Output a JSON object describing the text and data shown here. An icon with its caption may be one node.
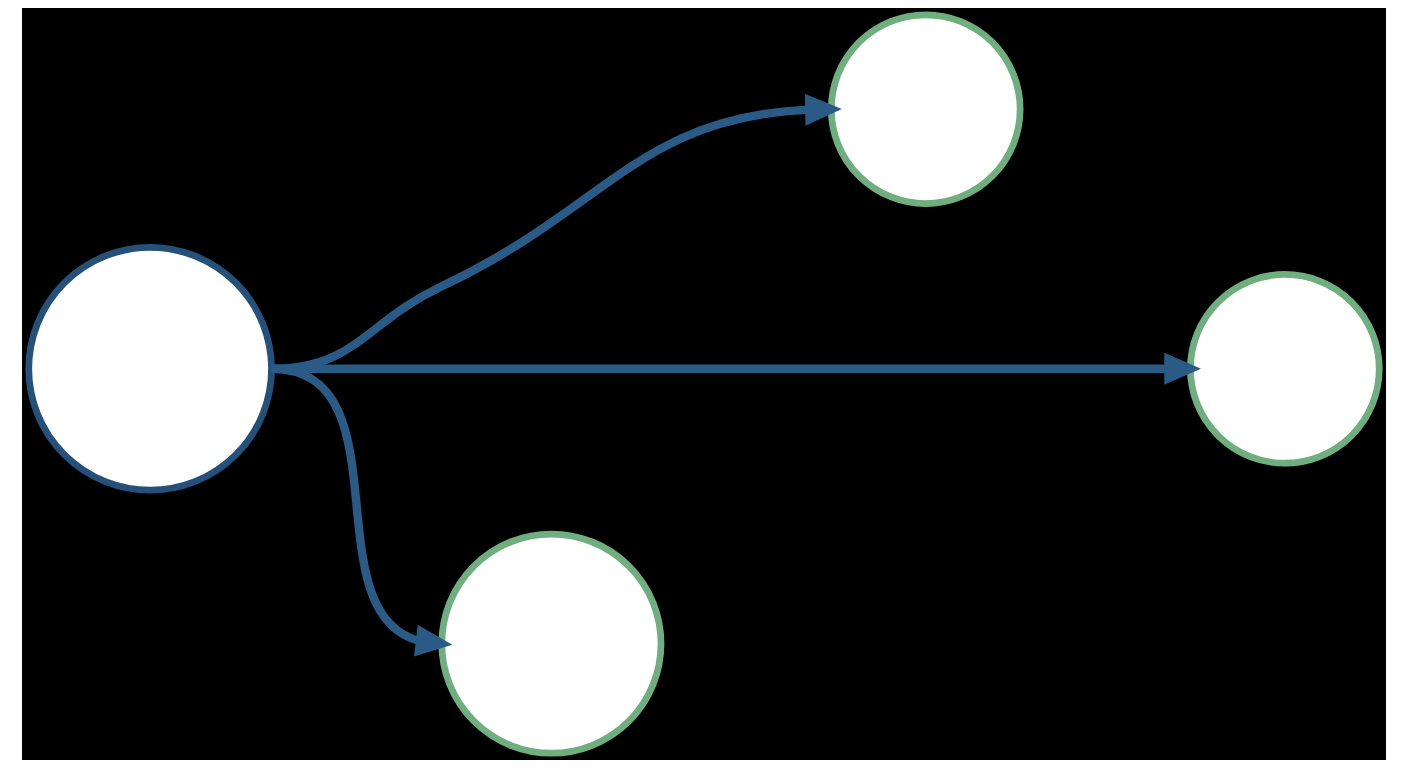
{
  "diagram": {
    "nodes": [
      {
        "text": [],
        "shape": "circle"
      },
      {
        "text": [],
        "shape": "circle"
      },
      {
        "text": [],
        "shape": "circle"
      },
      {
        "text": [],
        "shape": "circle"
      }
    ],
    "edges": [
      {
        "from": 0,
        "to": 1,
        "arrow": "to"
      },
      {
        "from": 0,
        "to": 2,
        "arrow": "to"
      },
      {
        "from": 0,
        "to": 3,
        "arrow": "to"
      }
    ]
  }
}
